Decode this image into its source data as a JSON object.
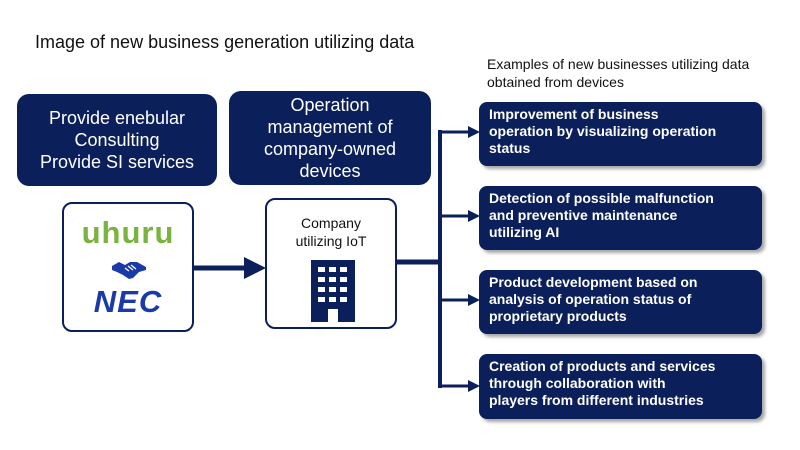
{
  "title": "Image of new business generation utilizing data",
  "examples_caption": "Examples of new businesses utilizing data obtained from devices",
  "provide_box": {
    "lines": [
      "Provide enebular",
      "Consulting",
      "Provide SI services"
    ]
  },
  "operation_box": {
    "lines": [
      "Operation",
      "management of",
      "company-owned",
      "devices"
    ]
  },
  "partners": {
    "uhuru_logo": "uhuru",
    "handshake_icon": "handshake-icon",
    "nec_logo": "NEC"
  },
  "company": {
    "lines": [
      "Company",
      "utilizing IoT"
    ],
    "icon": "building-icon"
  },
  "examples": [
    {
      "lines": [
        "Improvement of business",
        "operation by visualizing operation",
        "status"
      ]
    },
    {
      "lines": [
        "Detection of possible malfunction",
        "and preventive maintenance",
        "utilizing AI"
      ]
    },
    {
      "lines": [
        "Product development based on",
        "analysis of operation status of",
        "proprietary products"
      ]
    },
    {
      "lines": [
        "Creation of products and services",
        "through collaboration with",
        "players from different industries"
      ]
    }
  ],
  "colors": {
    "navy": "#0b1f5b",
    "uhuru_green": "#7ab33f",
    "nec_blue": "#1a3aa8"
  }
}
